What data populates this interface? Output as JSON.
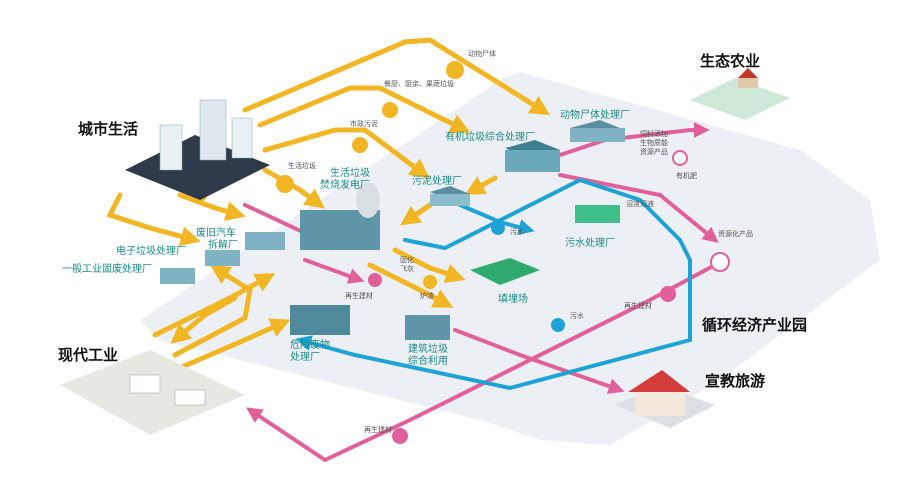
{
  "hubs": {
    "city": "城市生活",
    "agriculture": "生态农业",
    "industry": "现代工业",
    "eco_park": "循环经济产业园",
    "tourism": "宣教旅游"
  },
  "facilities": {
    "animal": "动物尸体处理厂",
    "organic": "有机垃圾综合处理厂",
    "power_1": "生活垃圾",
    "power_2": "焚烧发电厂",
    "sludge": "污泥处理厂",
    "sewage": "污水处理厂",
    "landfill": "填埋场",
    "construction_1": "建筑垃圾",
    "construction_2": "综合利用",
    "hazardous_1": "危险废物",
    "hazardous_2": "处理厂",
    "car_1": "废旧汽车",
    "car_2": "拆解厂",
    "ewaste": "电子垃圾处理厂",
    "solid": "一般工业固废处理厂"
  },
  "flows": {
    "animal_carcass": "动物尸体",
    "kitchen": "餐厨、厨余、果蔬垃圾",
    "municipal_sludge": "市政污泥",
    "domestic_waste": "生活垃圾",
    "sewage_1": "污水",
    "sewage_2": "污水",
    "bottom_ash": "炉渣",
    "fly_ash_1": "固化",
    "fly_ash_2": "飞灰",
    "recycled_1": "再生建材",
    "recycled_2": "再生建材",
    "recycled_3": "再生建材",
    "organic_fertilizer": "有机肥",
    "feed_1": "饲料添加",
    "feed_2": "生物质能",
    "feed_3": "资源产品",
    "biogas": "沼渣沼液",
    "resource_products": "资源化产品"
  },
  "colors": {
    "yellow_flow": "#f2b624",
    "pink_flow": "#e2609a",
    "blue_flow": "#1ea3d6",
    "teal_label": "#1a8a8a",
    "park_area": "#eceff3"
  }
}
